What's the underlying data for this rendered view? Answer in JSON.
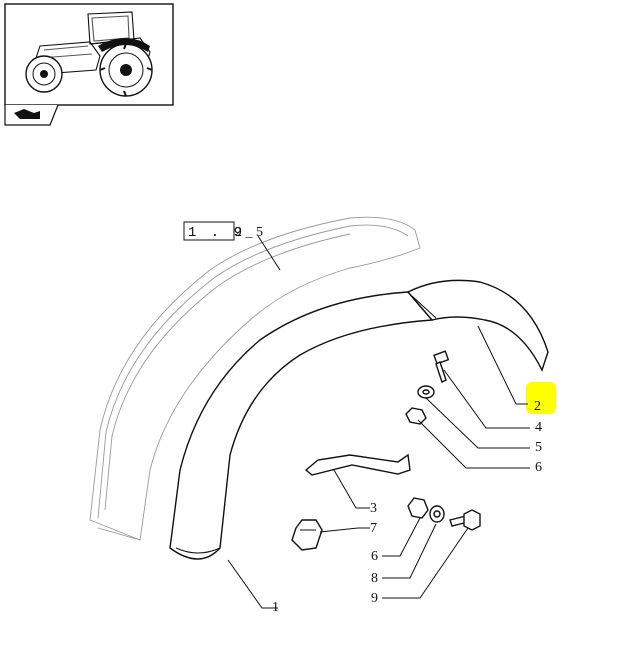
{
  "reference": {
    "code": "1 . 9",
    "suffix": "2 _ 5"
  },
  "highlight_color": "#ffff00",
  "callouts": [
    {
      "label": "1"
    },
    {
      "label": "2"
    },
    {
      "label": "4"
    },
    {
      "label": "5"
    },
    {
      "label": "6"
    },
    {
      "label": "3"
    },
    {
      "label": "7"
    },
    {
      "label": "6"
    },
    {
      "label": "8"
    },
    {
      "label": "9"
    }
  ],
  "icons": {
    "thumbnail": "tractor-thumbnail",
    "nav": "folder-arrow-icon"
  }
}
